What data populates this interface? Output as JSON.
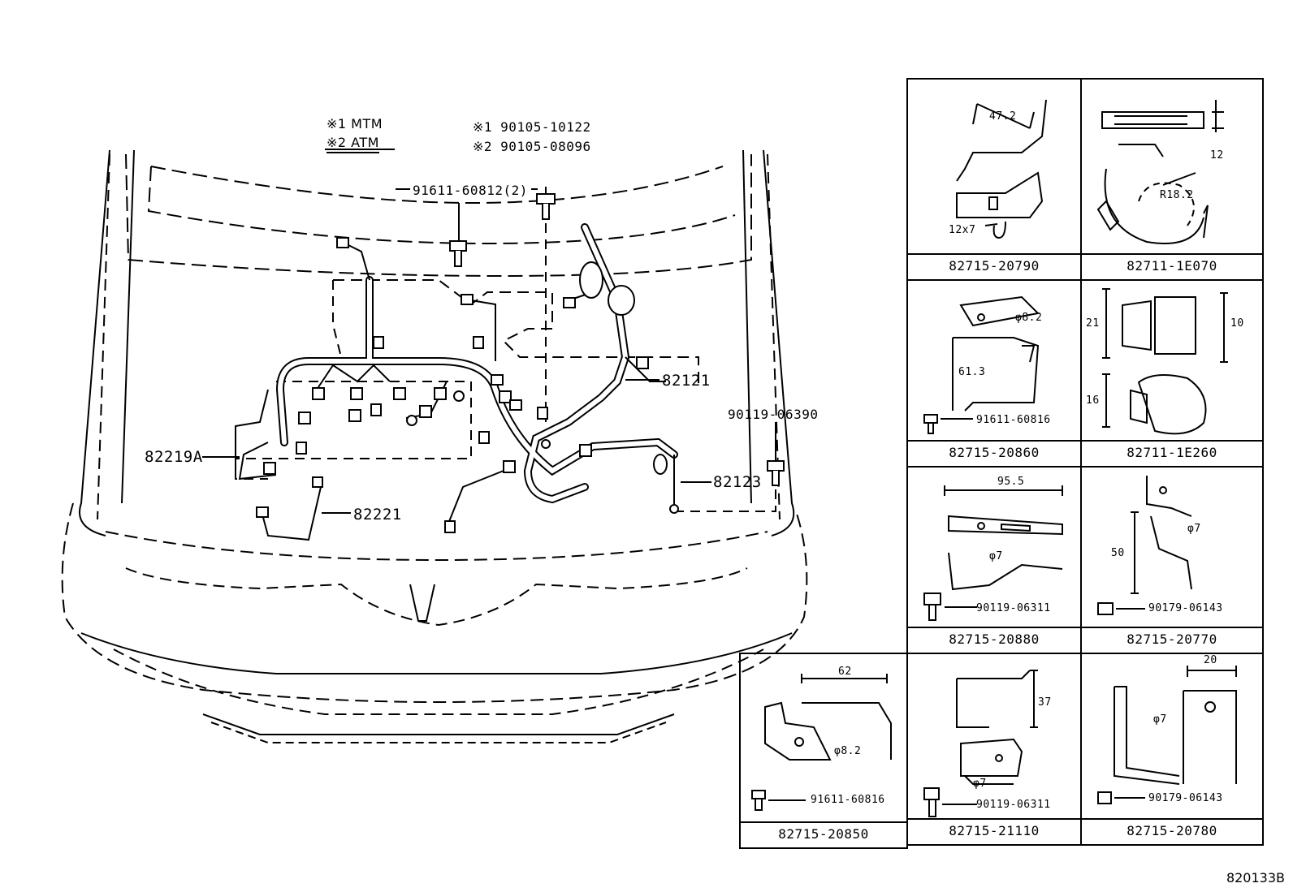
{
  "legend": {
    "mtm": "※1  MTM",
    "atm": "※2  ATM"
  },
  "callouts": {
    "bolt_mtm": "※1 90105-10122",
    "bolt_atm": "※2 90105-08096",
    "bolt_91611": "91611-60812(2)",
    "p82121": "82121",
    "p90119_06390": "90119-06390",
    "p82219a": "82219A",
    "p82123": "82123",
    "p82221": "82221"
  },
  "cells": [
    {
      "part": "82715-20790",
      "dims": [
        "47.2",
        "12x7"
      ]
    },
    {
      "part": "82711-1E070",
      "dims": [
        "R18.2",
        "12"
      ]
    },
    {
      "part": "82715-20860",
      "dims": [
        "φ8.2",
        "61.3"
      ],
      "fastener": "91611-60816"
    },
    {
      "part": "82711-1E260",
      "dims": [
        "21",
        "10",
        "16"
      ]
    },
    {
      "part": "82715-20880",
      "dims": [
        "95.5",
        "φ7"
      ],
      "fastener": "90119-06311"
    },
    {
      "part": "82715-20770",
      "dims": [
        "φ7",
        "50"
      ],
      "fastener": "90179-06143"
    },
    {
      "part": "82715-20850",
      "dims": [
        "62",
        "φ8.2"
      ],
      "fastener": "91611-60816"
    },
    {
      "part": "82715-21110",
      "dims": [
        "37",
        "φ7"
      ],
      "fastener": "90119-06311"
    },
    {
      "part": "82715-20780",
      "dims": [
        "20",
        "φ7"
      ],
      "fastener": "90179-06143"
    }
  ],
  "diagram_code": "820133B"
}
